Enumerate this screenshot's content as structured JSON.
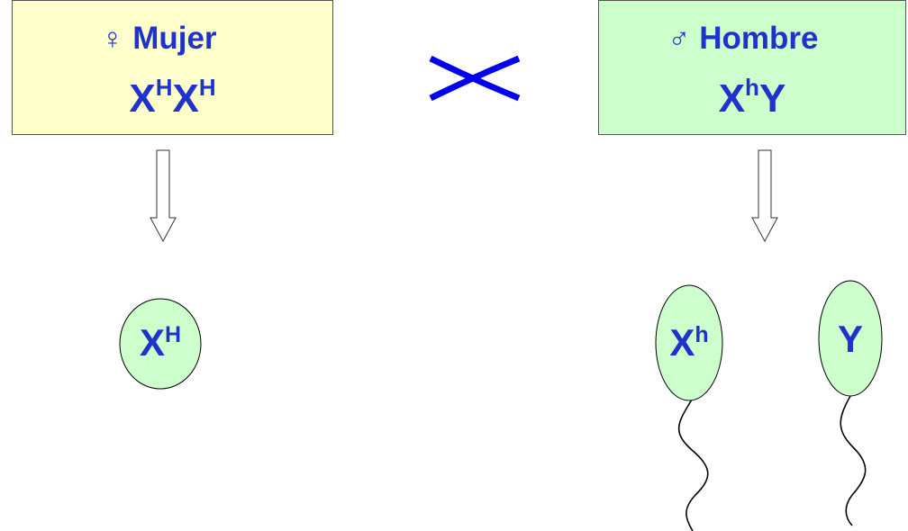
{
  "colors": {
    "text_blue": "#1f33cc",
    "cross_blue": "#0000ee",
    "female_box_fill": "#ffffcc",
    "male_box_fill": "#ccffcc",
    "cell_fill": "#ccffcc",
    "outline": "#000000"
  },
  "female": {
    "symbol": "♀",
    "label": "Mujer",
    "genotype": [
      {
        "base": "X",
        "sup": "H"
      },
      {
        "base": "X",
        "sup": "H"
      }
    ]
  },
  "male": {
    "symbol": "♂",
    "label": "Hombre",
    "genotype": [
      {
        "base": "X",
        "sup": "h"
      },
      {
        "base": "Y",
        "sup": ""
      }
    ]
  },
  "cross_icon": "cross-x-icon",
  "gametes": {
    "egg": {
      "base": "X",
      "sup": "H"
    },
    "sperm": [
      {
        "base": "X",
        "sup": "h"
      },
      {
        "base": "Y",
        "sup": ""
      }
    ]
  }
}
